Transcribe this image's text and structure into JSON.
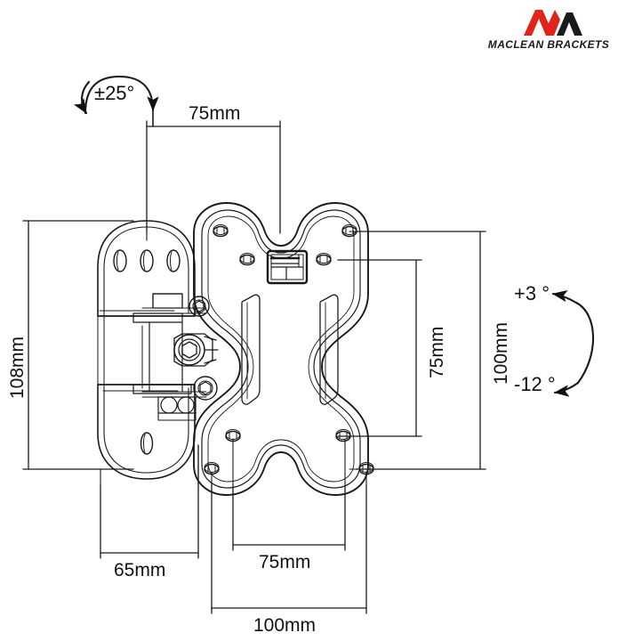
{
  "brand": {
    "name": "MACLEAN BRACKETS",
    "mark_colors": {
      "red": "#e2231a",
      "black": "#1a1a1a"
    },
    "wordmark_color": "#1a1a1a"
  },
  "diagram": {
    "type": "technical-drawing",
    "subject": "tv-wall-mount-bracket",
    "view": "front-and-side-composite",
    "line_color": "#1a1a1a"
  },
  "dimensions": {
    "top_width": "75mm",
    "left_height": "108mm",
    "inner_right_height": "75mm",
    "outer_right_height": "100mm",
    "bottom_left_width": "65mm",
    "bottom_inner_width": "75mm",
    "bottom_outer_width": "100mm"
  },
  "angles": {
    "swivel": "±25°",
    "tilt_up": "+3 °",
    "tilt_down": "-12 °"
  },
  "units": "mm"
}
